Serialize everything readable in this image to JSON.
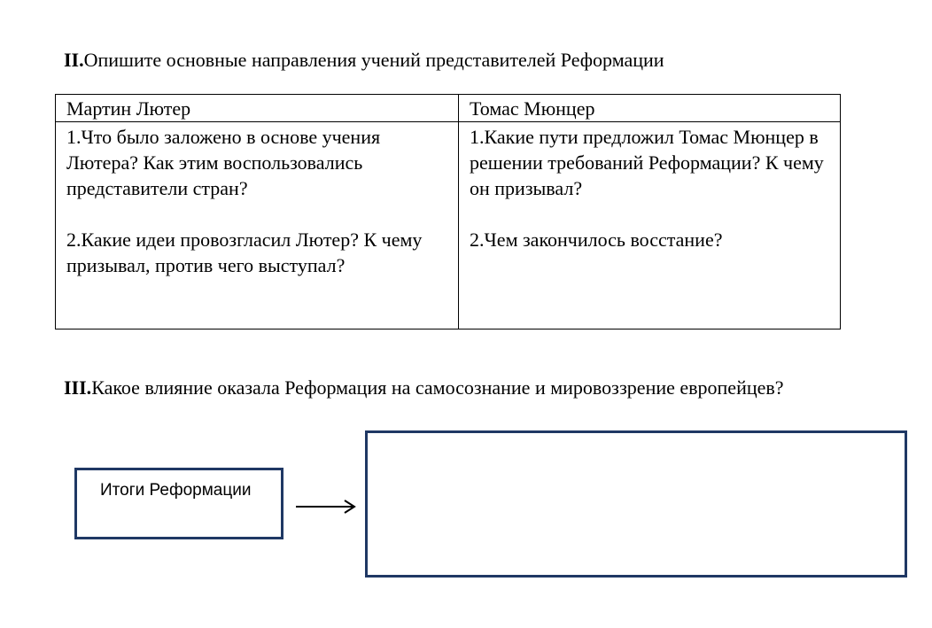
{
  "section2": {
    "number": "II.",
    "text": "Опишите основные направления учений представителей Реформации"
  },
  "table": {
    "headers": [
      "Мартин Лютер",
      "Томас Мюнцер"
    ],
    "luther_questions": [
      "1.Что было заложено в основе учения Лютера? Как этим воспользовались представители стран?",
      "2.Какие идеи провозгласил Лютер? К чему призывал, против чего выступал?"
    ],
    "muntzer_questions": [
      "1.Какие пути предложил Томас Мюнцер в решении требований Реформации? К чему он призывал?",
      "2.Чем закончилось восстание?"
    ]
  },
  "section3": {
    "number": "III.",
    "text": "Какое влияние оказала Реформация на самосознание и мировоззрение европейцев?"
  },
  "diagram": {
    "label": "Итоги Реформации",
    "answer": "",
    "border_color": "#1f3864"
  }
}
